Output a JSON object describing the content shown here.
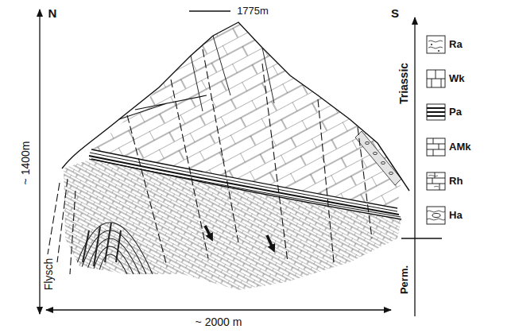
{
  "diagram": {
    "labels": [
      "N",
      "S",
      "1775m",
      "~ 1400m",
      "~ 2000 m",
      "Flysch",
      "Triassic",
      "Perm."
    ],
    "legend": [
      {
        "text": "Ra"
      },
      {
        "text": "Wk"
      },
      {
        "text": "Pa"
      },
      {
        "text": "AMk"
      },
      {
        "text": "Rh"
      },
      {
        "text": "Ha"
      }
    ]
  }
}
